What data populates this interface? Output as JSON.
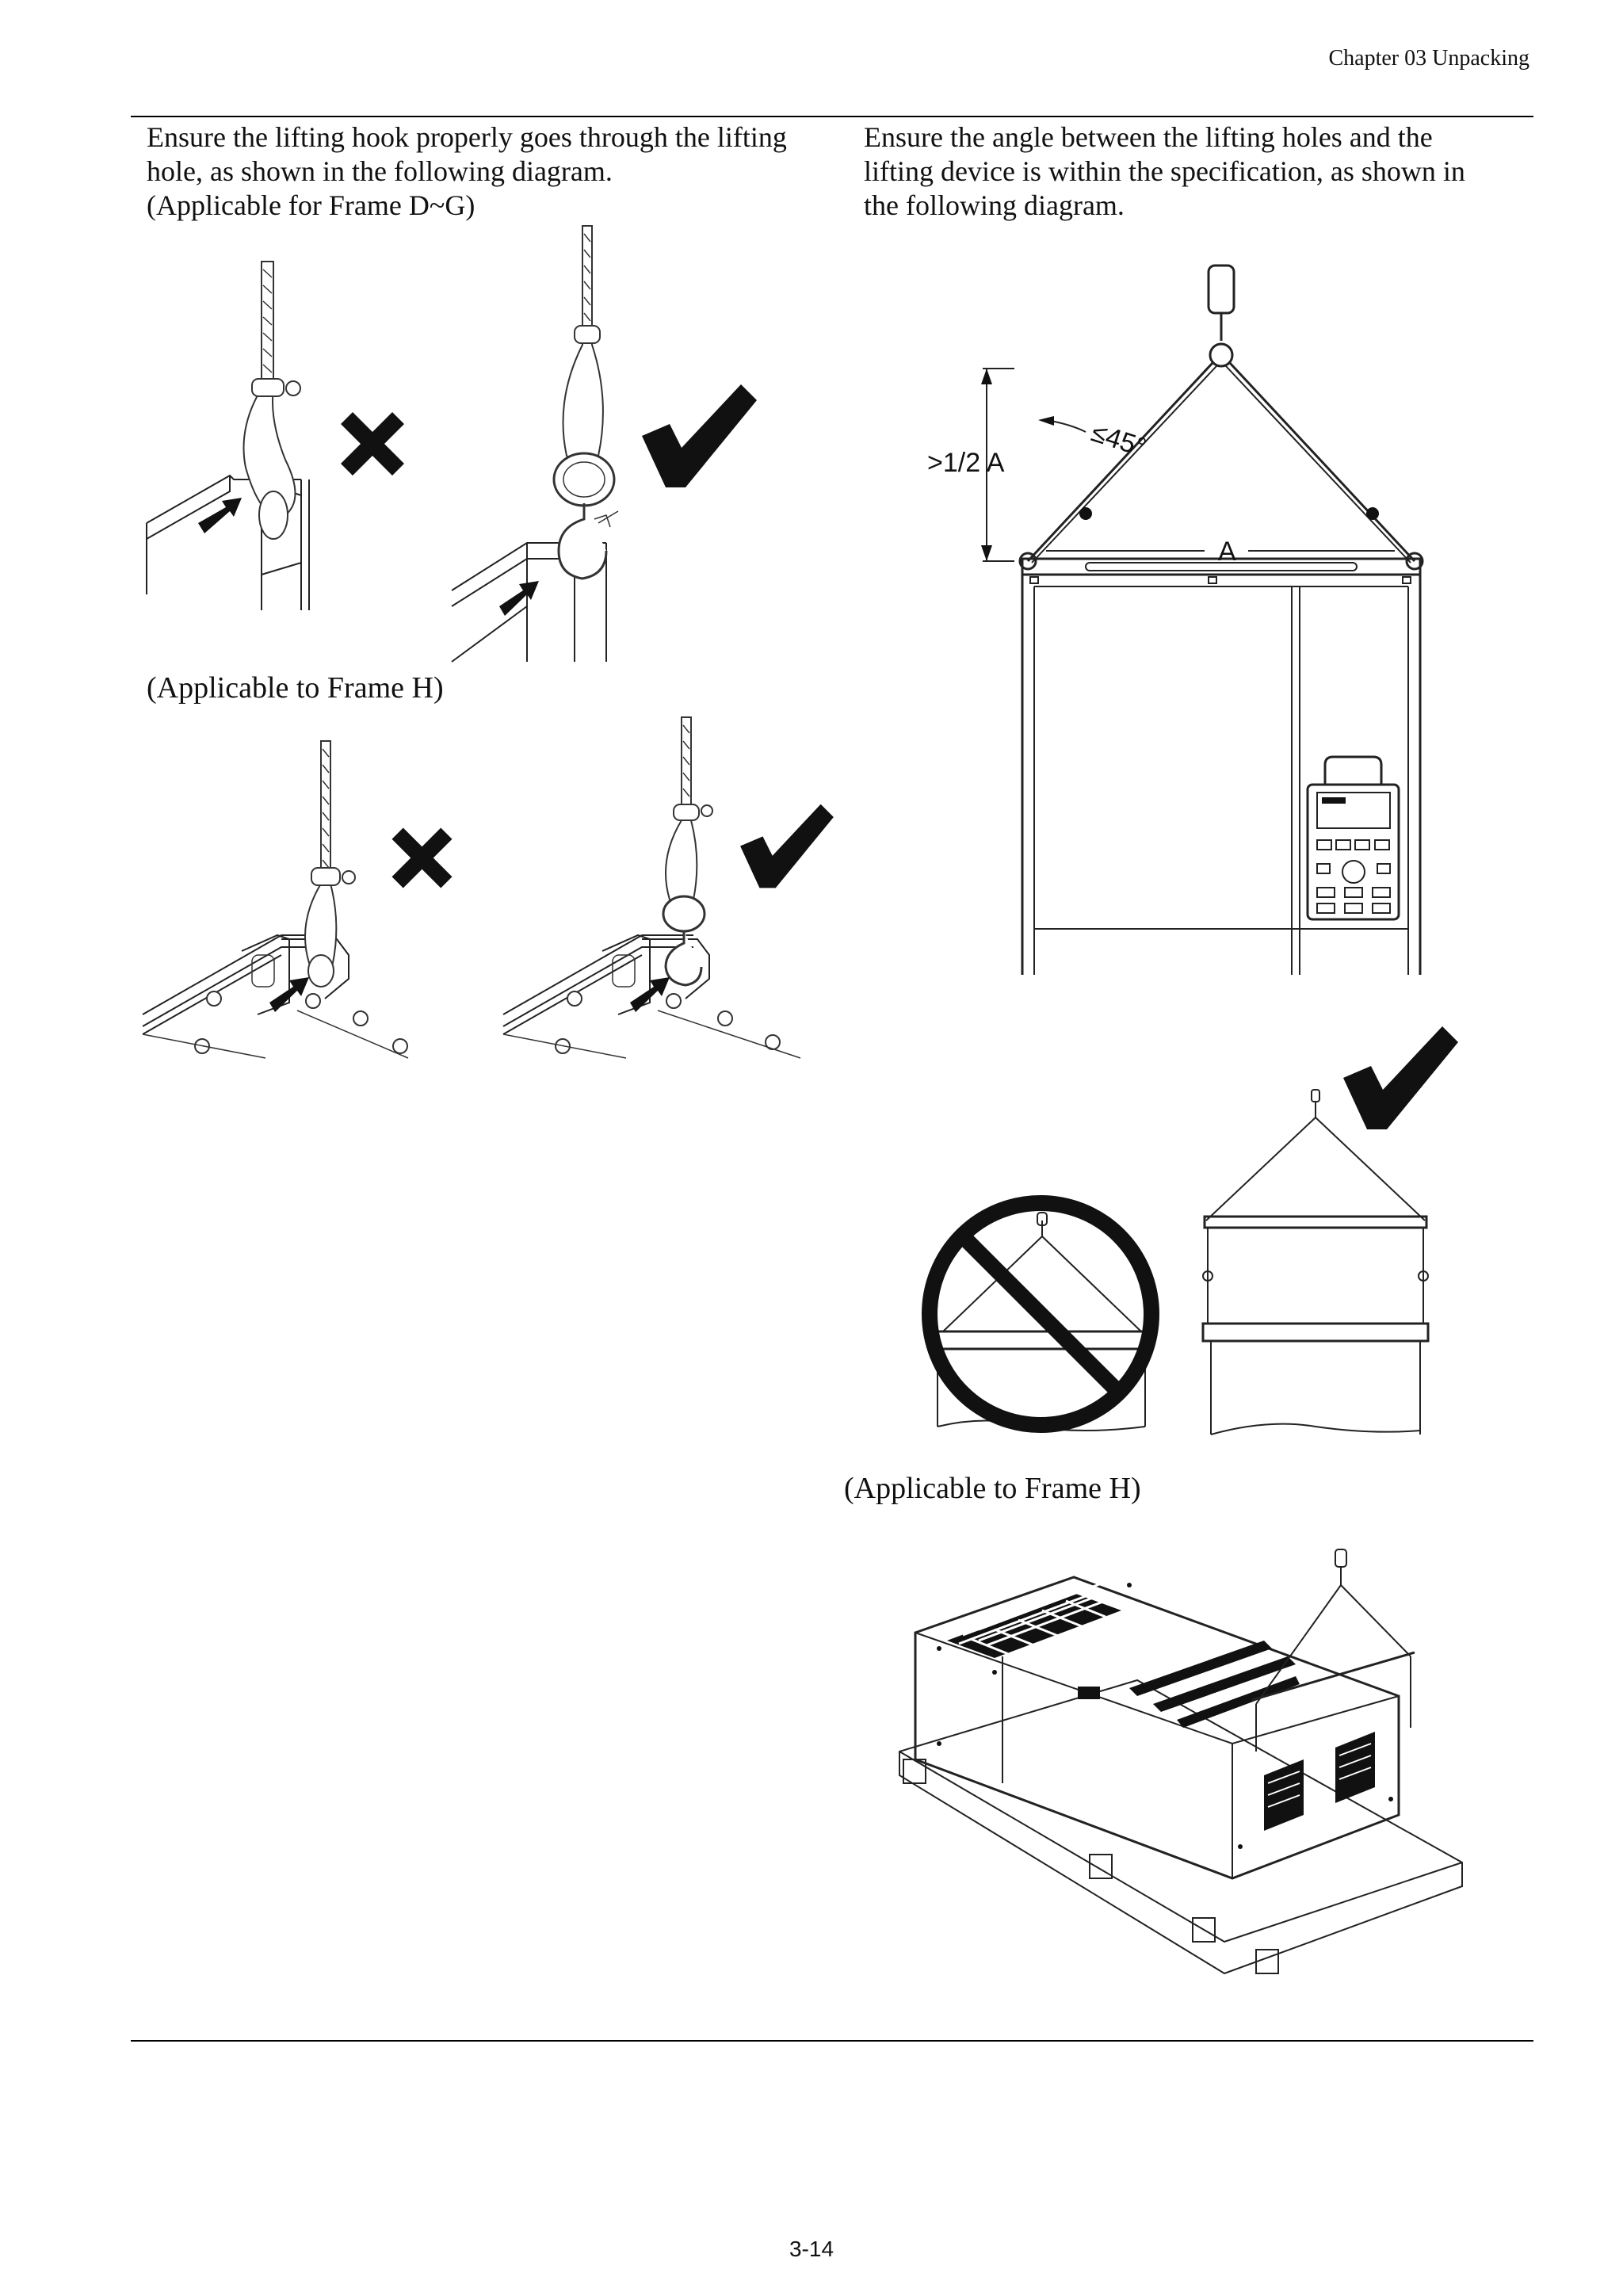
{
  "header": {
    "chapter": "Chapter 03 Unpacking"
  },
  "left_column": {
    "paragraph": [
      "Ensure the lifting hook properly goes through the lifting",
      "hole, as shown in the following diagram.",
      "(Applicable for Frame D~G)"
    ],
    "caption_frame_h": "(Applicable to Frame H)"
  },
  "right_column": {
    "paragraph": [
      "Ensure the angle between the lifting holes and the",
      "lifting device is within the specification, as shown in",
      "the following diagram."
    ],
    "dim_height": ">1/2 A",
    "dim_angle": "≤45°",
    "dim_width": "A",
    "caption_frame_h": "(Applicable to Frame H)"
  },
  "footer": {
    "page_number": "3-14"
  }
}
